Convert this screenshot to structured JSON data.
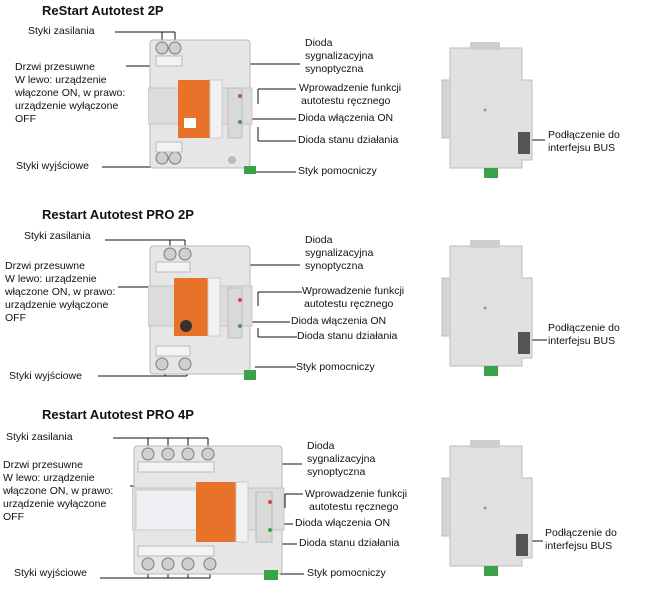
{
  "colors": {
    "device_body": "#e6e6e6",
    "device_edge": "#b9b9b9",
    "orange_panel": "#e8722a",
    "connector_green": "#3aa34a",
    "line": "#111111"
  },
  "sections": [
    {
      "title": "ReStart Autotest 2P",
      "labels": {
        "supply": "Styki zasilania",
        "door": [
          "Drzwi przesuwne",
          "W lewo: urządzenie",
          "włączone ON, w prawo:",
          "urządzenie wyłączone",
          "OFF"
        ],
        "synoptic": [
          "Dioda",
          "sygnalizacyjna",
          "synoptyczna"
        ],
        "manual": [
          "Wprowadzenie funkcji",
          "autotestu ręcznego"
        ],
        "on_led": "Dioda włączenia ON",
        "status_led": "Dioda stanu działania",
        "outputs": "Styki wyjściowe",
        "aux": "Styk pomocniczy",
        "bus": [
          "Podłączenie do",
          "interfejsu BUS"
        ]
      }
    },
    {
      "title": "Restart Autotest PRO 2P",
      "labels": {
        "supply": "Styki zasilania",
        "door": [
          "Drzwi przesuwne",
          "W lewo: urządzenie",
          "włączone ON, w prawo:",
          "urządzenie wyłączone",
          "OFF"
        ],
        "synoptic": [
          "Dioda",
          "sygnalizacyjna",
          "synoptyczna"
        ],
        "manual": [
          "Wprowadzenie funkcji",
          "autotestu ręcznego"
        ],
        "on_led": "Dioda włączenia ON",
        "status_led": "Dioda stanu działania",
        "outputs": "Styki wyjściowe",
        "aux": "Styk pomocniczy",
        "bus": [
          "Podłączenie do",
          "interfejsu BUS"
        ]
      }
    },
    {
      "title": "Restart Autotest PRO 4P",
      "labels": {
        "supply": "Styki zasilania",
        "door": [
          "Drzwi przesuwne",
          "W lewo: urządzenie",
          "włączone ON, w prawo:",
          "urządzenie wyłączone",
          "OFF"
        ],
        "synoptic": [
          "Dioda",
          "sygnalizacyjna",
          "synoptyczna"
        ],
        "manual": [
          "Wprowadzenie funkcji",
          "autotestu ręcznego"
        ],
        "on_led": "Dioda włączenia ON",
        "status_led": "Dioda stanu działania",
        "outputs": "Styki wyjściowe",
        "aux": "Styk pomocniczy",
        "bus": [
          "Podłączenie do",
          "interfejsu BUS"
        ]
      }
    }
  ]
}
